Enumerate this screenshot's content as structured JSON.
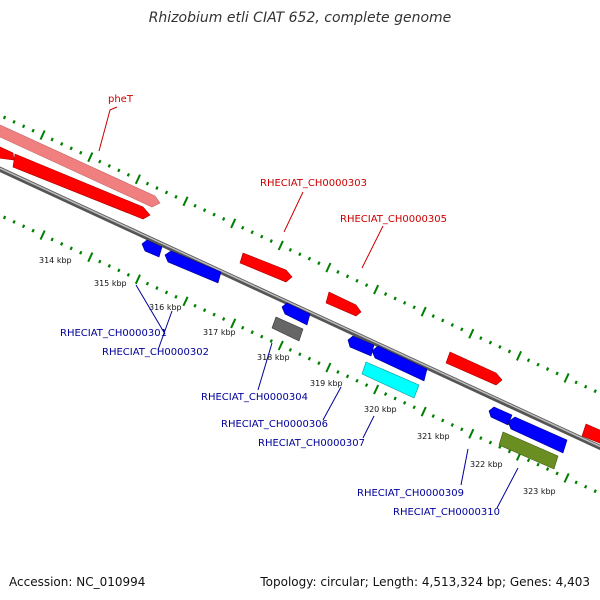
{
  "title": "Rhizobium etli CIAT 652, complete genome",
  "footer": {
    "accession": "Accession: NC_010994",
    "topology": "Topology: circular; Length: 4,513,324 bp; Genes: 4,403"
  },
  "colors": {
    "forward_gene": "#ff0000",
    "reverse_gene": "#0000ff",
    "pseudogene": "#666666",
    "rna_gene": "#00ffff",
    "other_gene": "#6b8e23",
    "highlighted_gene": "#f08080",
    "forward_label": "#cc0000",
    "reverse_label": "#000099",
    "gc_ticks": "#008000"
  },
  "scale_ticks": [
    "314 kbp",
    "315 kbp",
    "316 kbp",
    "317 kbp",
    "318 kbp",
    "319 kbp",
    "320 kbp",
    "321 kbp",
    "322 kbp",
    "323 kbp"
  ],
  "forward_labels": [
    "pheT",
    "RHECIAT_CH0000303",
    "RHECIAT_CH0000305"
  ],
  "reverse_labels": [
    "RHECIAT_CH0000301",
    "RHECIAT_CH0000302",
    "RHECIAT_CH0000304",
    "RHECIAT_CH0000306",
    "RHECIAT_CH0000307",
    "RHECIAT_CH0000309",
    "RHECIAT_CH0000310"
  ]
}
